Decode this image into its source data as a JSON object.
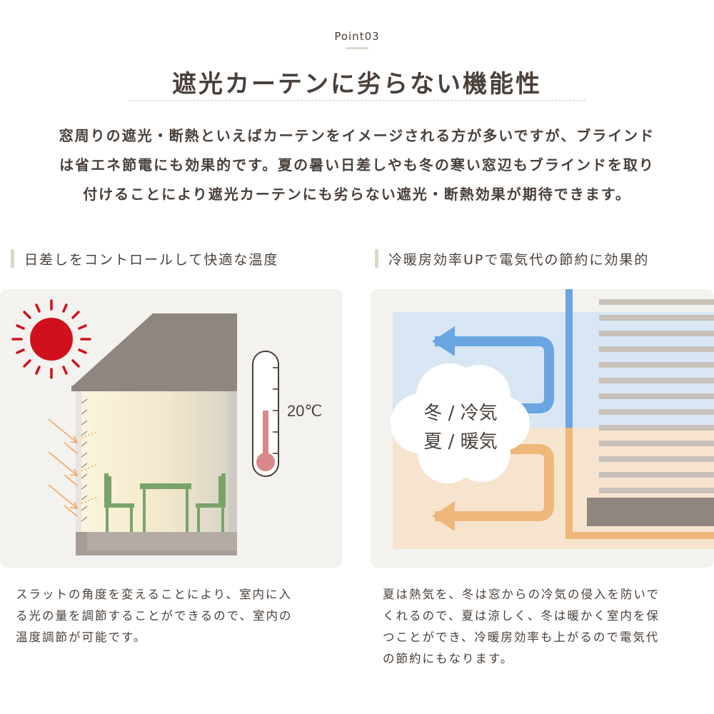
{
  "header": {
    "point_label": "Point03",
    "title": "遮光カーテンに劣らない機能性"
  },
  "intro": {
    "lines": [
      "窓周りの遮光・断熱といえばカーテンをイメージされる方が多いですが、ブラインド",
      "は省エネ節電にも効果的です。夏の暑い日差しやも冬の寒い窓辺もブラインドを取り",
      "付けることにより遮光カーテンにも劣らない遮光・断熱効果が期待できます。"
    ]
  },
  "left_section": {
    "heading": "日差しをコントロールして快適な温度",
    "temperature": "20℃",
    "caption_lines": [
      "スラットの角度を変えることにより、室内に入",
      "る光の量を調節することができるので、室内の",
      "温度調節が可能です。"
    ]
  },
  "right_section": {
    "heading": "冷暖房効率UPで電気代の節約に効果的",
    "cloud_line1": "冬 / 冷気",
    "cloud_line2": "夏 / 暖気",
    "caption_lines": [
      "夏は熱気を、冬は窓からの冷気の侵入を防いで",
      "くれるので、夏は涼しく、冬は暖かく室内を保",
      "つことができ、冷暖房効率も上がるので電気代",
      "の節約にもなります。"
    ]
  },
  "colors": {
    "text": "#4a403a",
    "sun": "#d0111b",
    "roof": "#8f8680",
    "chair": "#7aa36a",
    "cold_zone": "#d8e7f3",
    "warm_zone": "#f7e4cf",
    "cold_arrow": "#6aa6e2",
    "warm_arrow": "#f0b77a",
    "thermometer": "#d9888a"
  },
  "icons": {
    "sun": "sun-icon",
    "thermometer": "thermometer-icon",
    "chair": "chair-icon",
    "table": "table-icon"
  }
}
